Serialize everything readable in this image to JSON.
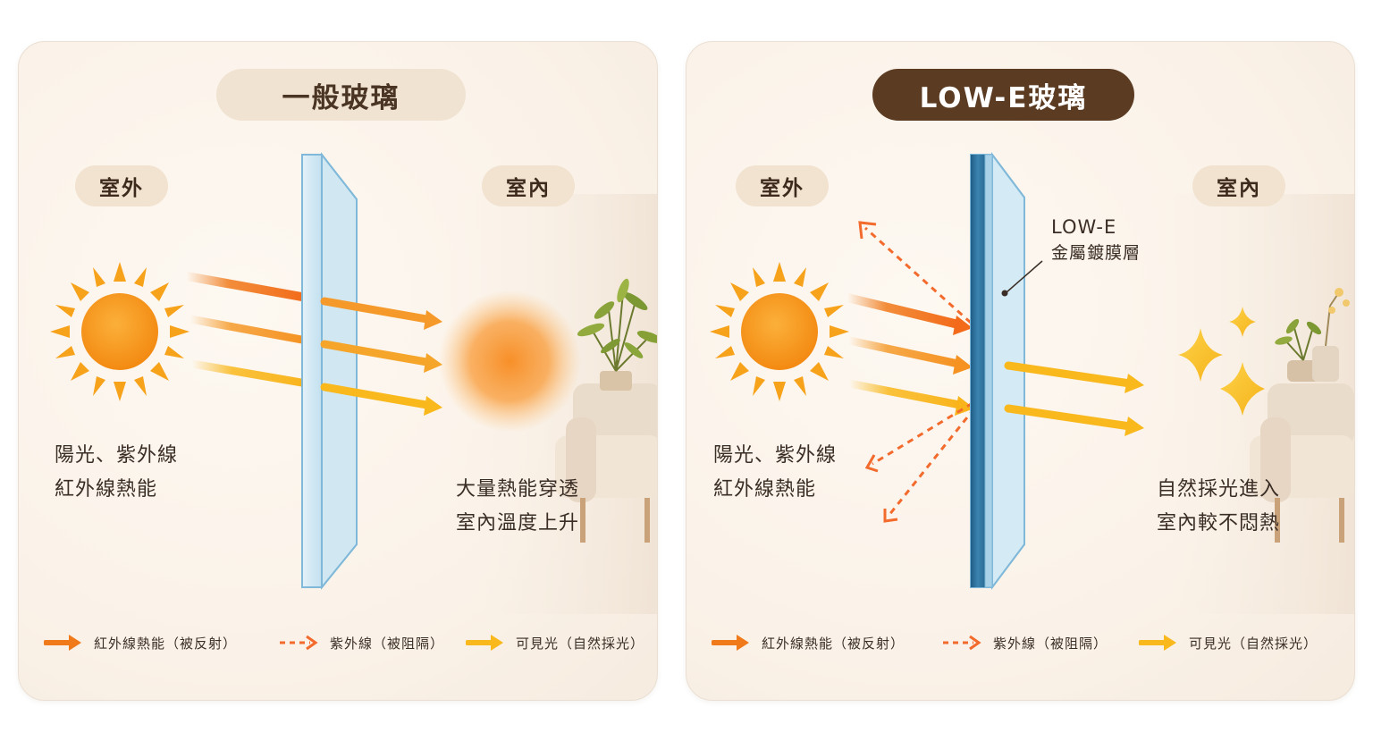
{
  "colors": {
    "infrared": "#f07a1a",
    "ultraviolet": "#f26a2c",
    "visible": "#f9b81c",
    "sun": "#f7941d",
    "title_dark_bg": "#5b3b22",
    "title_light_bg": "#f1e3d1",
    "tag_bg": "#f2e3d0",
    "glass": "#cfe7f3",
    "lowe_coating": "#2f6f98"
  },
  "panels": [
    {
      "id": "ordinary",
      "title": "一般玻璃",
      "outdoor_tag": "室外",
      "indoor_tag": "室內",
      "source_lines": [
        "陽光、紫外線",
        "紅外線熱能"
      ],
      "result_lines": [
        "大量熱能穿透",
        "室內溫度上升"
      ],
      "icons": [
        "sun-icon",
        "heat-glow-icon",
        "plant-icon",
        "armchair-icon"
      ],
      "legend": [
        {
          "icon": "solid-orange-arrow-icon",
          "label": "紅外線熱能（被反射）"
        },
        {
          "icon": "dashed-orange-arrow-icon",
          "label": "紫外線（被阻隔）"
        },
        {
          "icon": "solid-yellow-arrow-icon",
          "label": "可見光（自然採光）"
        }
      ]
    },
    {
      "id": "lowe",
      "title": "LOW-E玻璃",
      "outdoor_tag": "室外",
      "indoor_tag": "室內",
      "coating_label": [
        "LOW-E",
        "金屬鍍膜層"
      ],
      "source_lines": [
        "陽光、紫外線",
        "紅外線熱能"
      ],
      "result_lines": [
        "自然採光進入",
        "室內較不悶熱"
      ],
      "icons": [
        "sun-icon",
        "sparkle-icon",
        "plant-icon",
        "armchair-icon"
      ],
      "legend": [
        {
          "icon": "solid-orange-arrow-icon",
          "label": "紅外線熱能（被反射）"
        },
        {
          "icon": "dashed-orange-arrow-icon",
          "label": "紫外線（被阻隔）"
        },
        {
          "icon": "solid-yellow-arrow-icon",
          "label": "可見光（自然採光）"
        }
      ]
    }
  ]
}
